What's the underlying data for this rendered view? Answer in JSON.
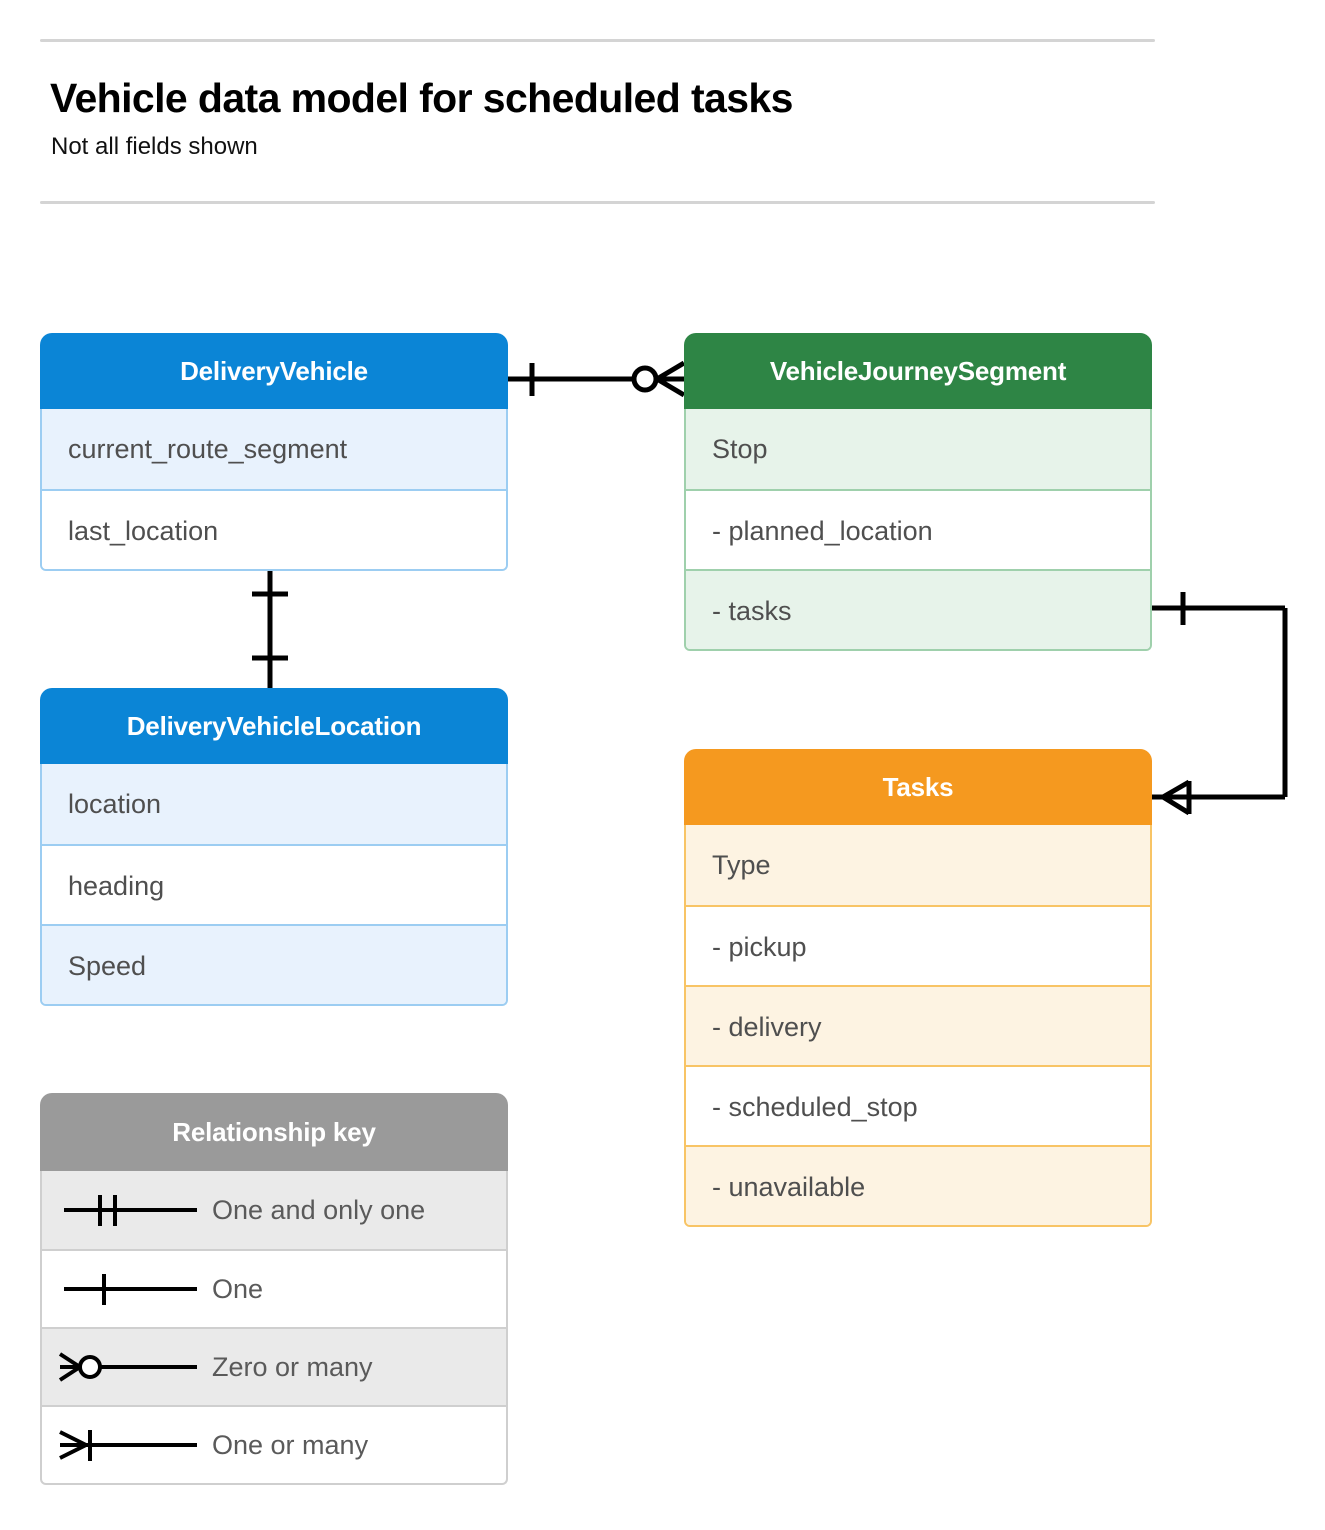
{
  "header": {
    "title": "Vehicle data model for scheduled tasks",
    "subtitle": "Not all fields shown"
  },
  "colors": {
    "blue": "#0b85d6",
    "blue_row": "#e8f2fd",
    "blue_border": "#9ccdf2",
    "green": "#2e8545",
    "green_row": "#e7f3ea",
    "green_border": "#9fd0ac",
    "orange": "#f5991f",
    "orange_row": "#fdf3e2",
    "orange_border": "#f8c465",
    "gray": "#9a9a9a",
    "gray_row": "#eaeaea",
    "line": "#000000",
    "rule": "#d4d4d4",
    "field_text": "#4f4f4f"
  },
  "entities": {
    "delivery_vehicle": {
      "title": "DeliveryVehicle",
      "fields": [
        "current_route_segment",
        "last_location"
      ]
    },
    "delivery_vehicle_location": {
      "title": "DeliveryVehicleLocation",
      "fields": [
        "location",
        "heading",
        "Speed"
      ]
    },
    "vehicle_journey_segment": {
      "title": "VehicleJourneySegment",
      "fields": [
        "Stop",
        "-  planned_location",
        "- tasks"
      ]
    },
    "tasks": {
      "title": "Tasks",
      "fields": [
        "Type",
        "-  pickup",
        "-  delivery",
        "-  scheduled_stop",
        "-  unavailable"
      ]
    }
  },
  "legend": {
    "title": "Relationship key",
    "rows": [
      {
        "notation": "one-and-only-one",
        "label": "One and only one"
      },
      {
        "notation": "one",
        "label": "One"
      },
      {
        "notation": "zero-or-many",
        "label": "Zero or many"
      },
      {
        "notation": "one-or-many",
        "label": "One or many"
      }
    ]
  },
  "relationships": [
    {
      "name": "delivery-vehicle-to-journey-segment",
      "from": "DeliveryVehicle",
      "to": "VehicleJourneySegment",
      "from_notation": "one",
      "to_notation": "zero-or-many"
    },
    {
      "name": "delivery-vehicle-to-location",
      "from": "DeliveryVehicle",
      "to": "DeliveryVehicleLocation",
      "from_notation": "one",
      "to_notation": "one"
    },
    {
      "name": "journey-segment-tasks-to-tasks",
      "from": "VehicleJourneySegment.tasks",
      "to": "Tasks",
      "from_notation": "one",
      "to_notation": "one-or-many"
    }
  ]
}
